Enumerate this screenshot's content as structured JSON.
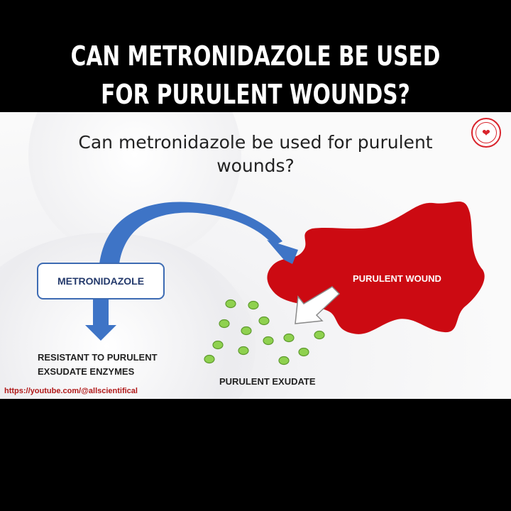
{
  "headline": {
    "line1": "CAN METRONIDAZOLE BE USED",
    "line2": "FOR PURULENT WOUNDS?"
  },
  "slide": {
    "title_line1": "Can metronidazole be used for purulent",
    "title_line2": "wounds?"
  },
  "diagram": {
    "drug_label": "METRONIDAZOLE",
    "wound_label": "PURULENT WOUND",
    "exudate_label": "PURULENT EXUDATE",
    "resistant_line1": "RESISTANT TO PURULENT",
    "resistant_line2": "EXSUDATE ENZYMES"
  },
  "source_url": "https://youtube.com/@allscientifical",
  "colors": {
    "wound": "#cc0a12",
    "arrow_blue": "#3e74c6",
    "box_border": "#3d6bb3",
    "dot_green": "#8fd14f",
    "url_red": "#b01818"
  },
  "icons": [
    "heart-logo-icon"
  ]
}
